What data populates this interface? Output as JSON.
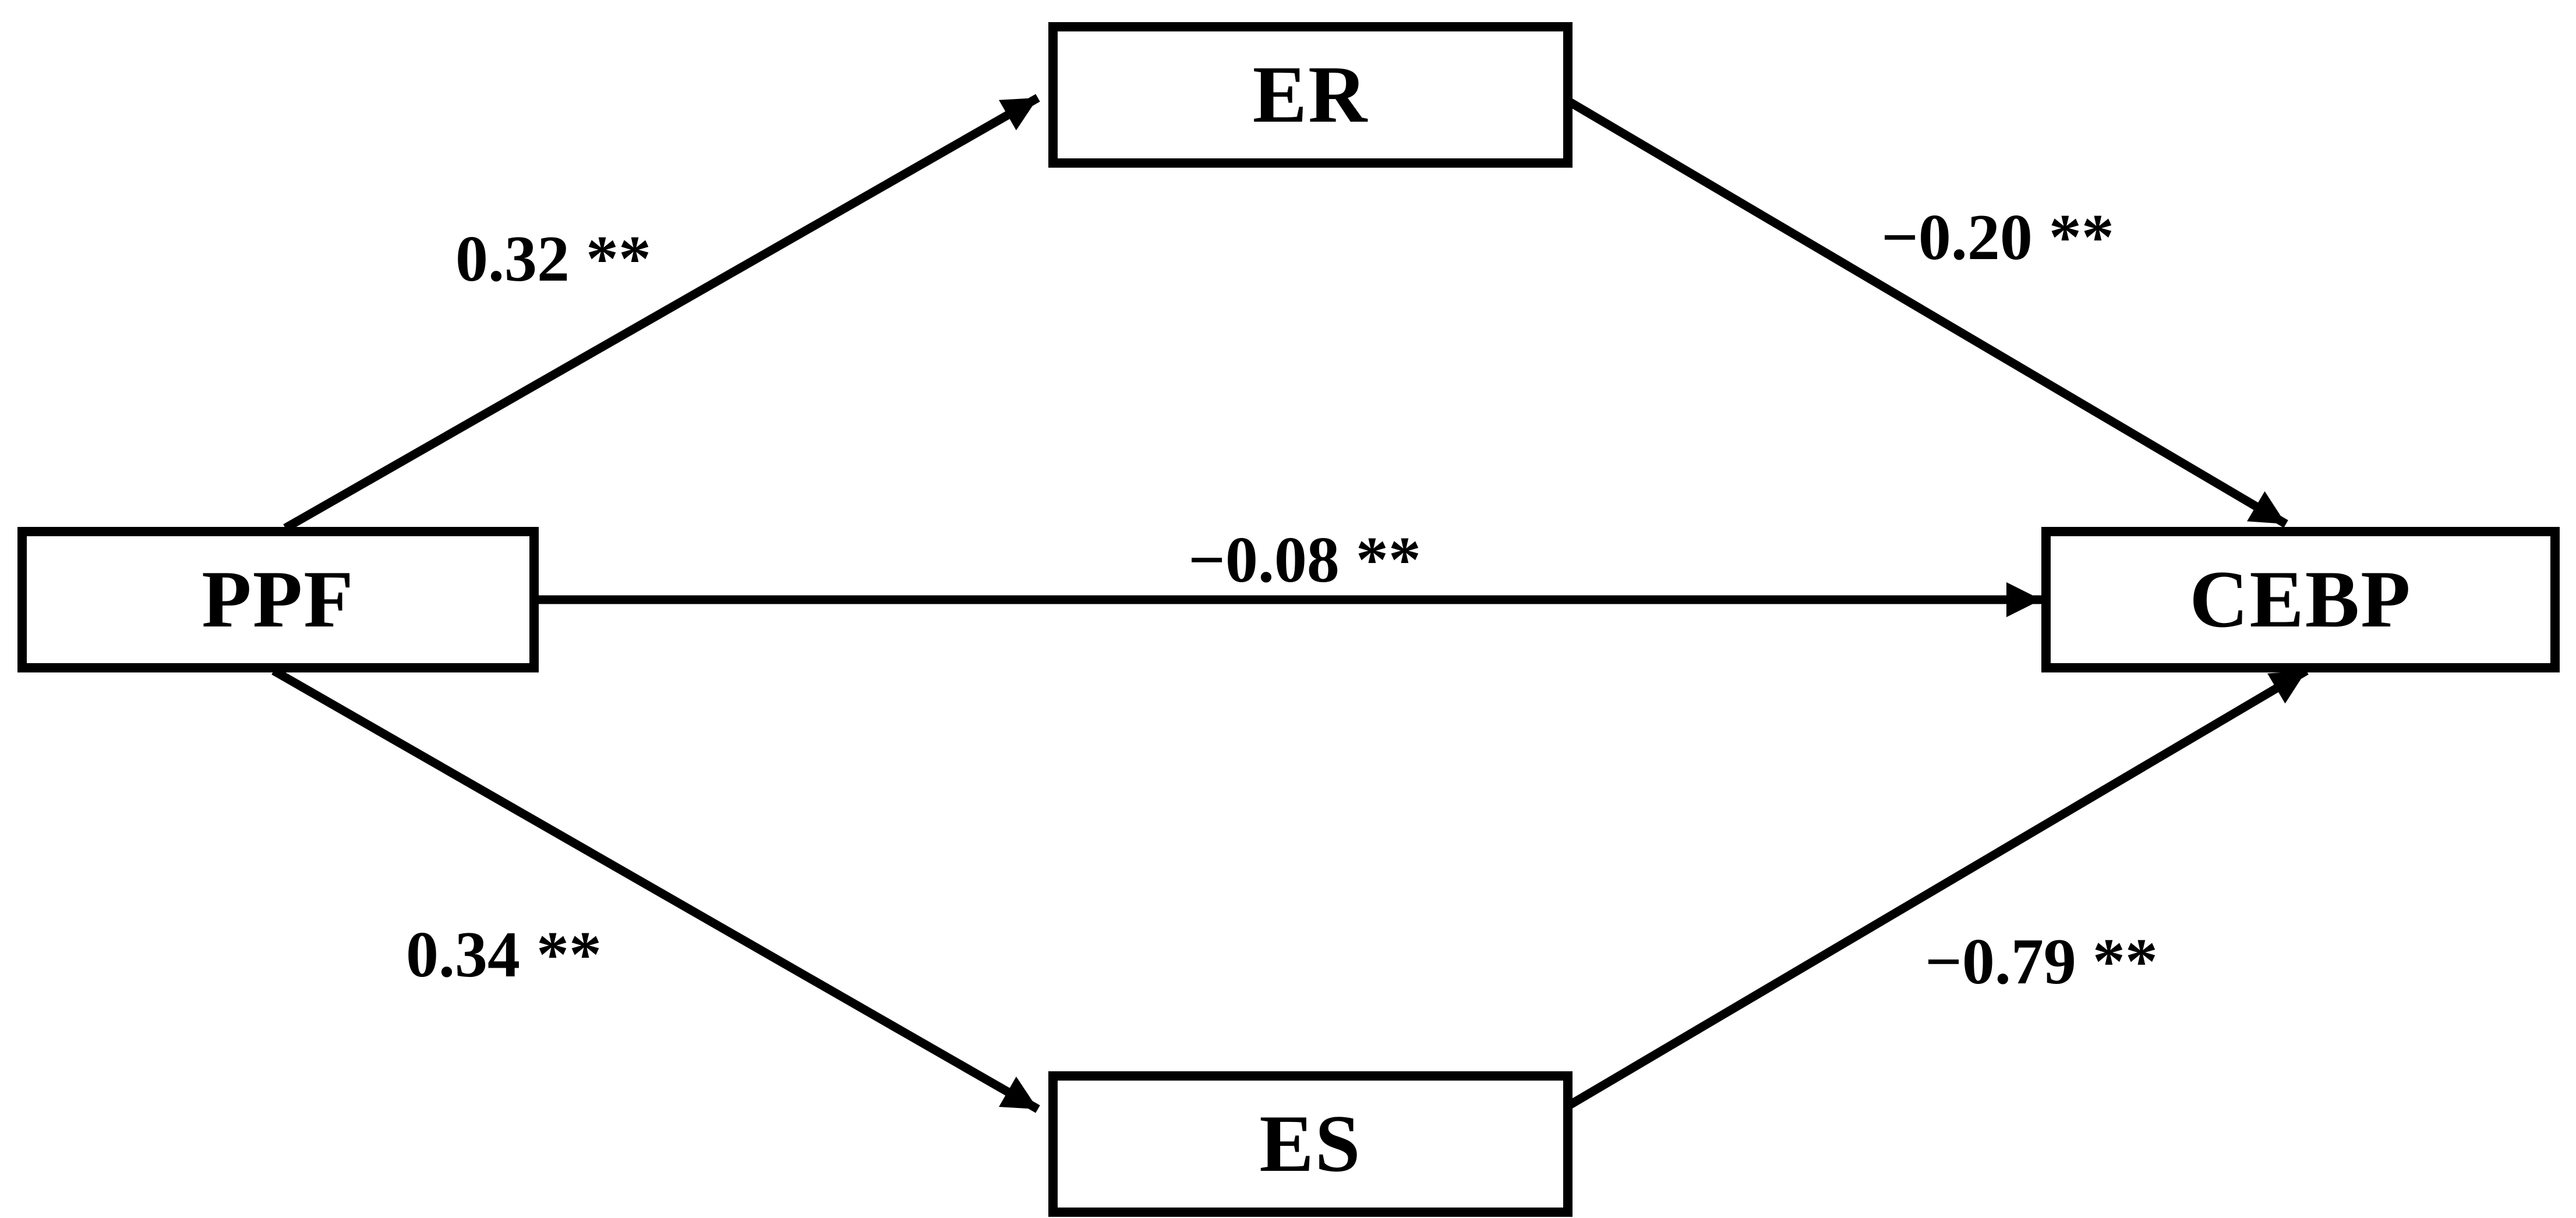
{
  "diagram": {
    "kind": "structural-mediation-path-model",
    "background_color": "#ffffff",
    "line_color": "#000000",
    "box_fill": "#ffffff",
    "text_color": "#000000",
    "nodes": [
      {
        "id": "PPF",
        "label": "PPF",
        "role": "predictor"
      },
      {
        "id": "ER",
        "label": "ER",
        "role": "mediator-top"
      },
      {
        "id": "ES",
        "label": "ES",
        "role": "mediator-bottom"
      },
      {
        "id": "CEBP",
        "label": "CEBP",
        "role": "outcome"
      }
    ],
    "edges": [
      {
        "from": "PPF",
        "to": "ER",
        "label": "0.32 **"
      },
      {
        "from": "ER",
        "to": "CEBP",
        "label": "−0.20 **"
      },
      {
        "from": "PPF",
        "to": "CEBP",
        "label": "−0.08 **"
      },
      {
        "from": "PPF",
        "to": "ES",
        "label": "0.34 **"
      },
      {
        "from": "ES",
        "to": "CEBP",
        "label": "−0.79 **"
      }
    ]
  }
}
